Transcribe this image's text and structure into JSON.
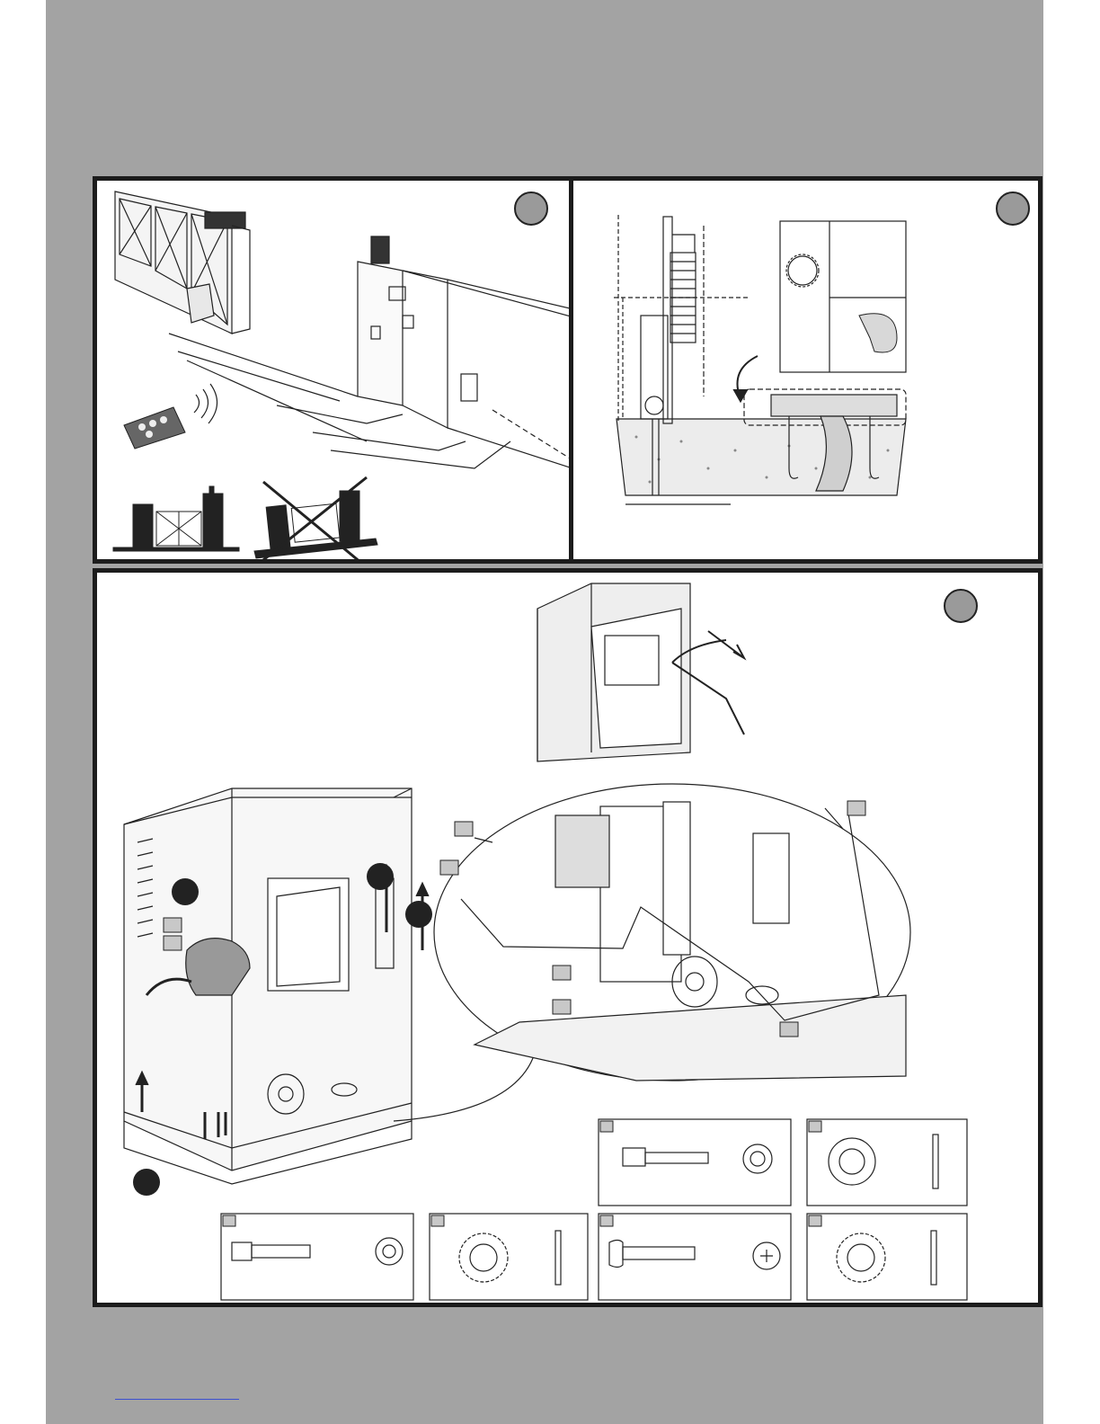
{
  "page": {
    "background": "#a3a3a3",
    "panel_border": "#1c1c1c",
    "badge_color": "#9a9a9a"
  },
  "panels": [
    {
      "id": "gate-installation-overview",
      "badge_icon": "step-badge"
    },
    {
      "id": "rack-and-foundation-section",
      "badge_icon": "step-badge"
    },
    {
      "id": "motor-unit-assembly",
      "badge_icon": "step-badge"
    }
  ],
  "hardware_details": [
    {
      "id": "socket-cap-screw-large",
      "icon": "hex-socket-screw-icon"
    },
    {
      "id": "flat-washer",
      "icon": "flat-washer-icon"
    },
    {
      "id": "socket-cap-screw-small",
      "icon": "hex-socket-screw-icon"
    },
    {
      "id": "serrated-lock-washer-a",
      "icon": "serrated-washer-icon"
    },
    {
      "id": "phillips-pan-screw",
      "icon": "phillips-screw-icon"
    },
    {
      "id": "serrated-lock-washer-b",
      "icon": "serrated-washer-icon"
    }
  ],
  "footer": {
    "link_color": "#3a4fd0"
  }
}
